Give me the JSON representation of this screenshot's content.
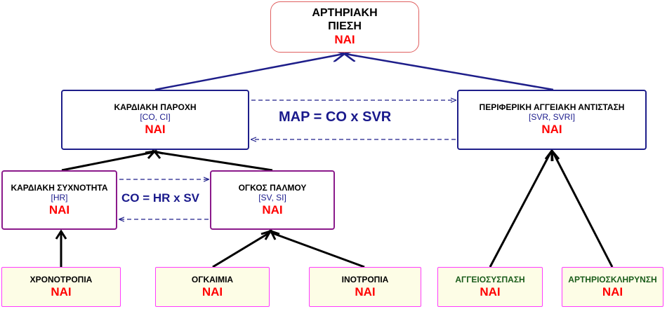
{
  "colors": {
    "navy": "#1e1e8a",
    "red": "#ff0000",
    "purple_border": "#8b1a8b",
    "pink_border": "#ff3bff",
    "leaf_fill": "#fdfde6",
    "green_text": "#1a5c1a"
  },
  "nodes": {
    "blood_pressure": {
      "title_line1": "ΑΡΤΗΡΙΑΚΗ",
      "title_line2": "ΠΙΕΣΗ",
      "value": "ΝΑΙ"
    },
    "cardiac_output": {
      "title": "ΚΑΡΔΙΑΚΗ ΠΑΡΟΧΗ",
      "subtitle": "[CO, CI]",
      "value": "ΝΑΙ"
    },
    "peripheral_resistance": {
      "title": "ΠΕΡΙΦΕΡΙΚΗ ΑΓΓΕΙΑΚΗ ΑΝΤΙΣΤΑΣΗ",
      "subtitle": "[SVR, SVRI]",
      "value": "ΝΑΙ"
    },
    "heart_rate": {
      "title": "ΚΑΡΔΙΑΚΗ ΣΥΧΝΟΤΗΤΑ",
      "subtitle": "[HR]",
      "value": "ΝΑΙ"
    },
    "stroke_volume": {
      "title": "ΟΓΚΟΣ ΠΑΛΜΟΥ",
      "subtitle": "[SV, SI]",
      "value": "ΝΑΙ"
    },
    "chronotropy": {
      "title": "ΧΡΟΝΟΤΡΟΠΙΑ",
      "value": "ΝΑΙ"
    },
    "volemia": {
      "title": "ΟΓΚΑΙΜΙΑ",
      "value": "ΝΑΙ"
    },
    "inotropy": {
      "title": "ΙΝΟΤΡΟΠΙΑ",
      "value": "ΝΑΙ"
    },
    "vasoconstriction": {
      "title": "ΑΓΓΕΙΟΣΥΣΠΑΣΗ",
      "value": "ΝΑΙ"
    },
    "arteriosclerosis": {
      "title": "ΑΡΤΗΡΙΟΣΚΛΗΡΥΝΣΗ",
      "value": "ΝΑΙ"
    }
  },
  "formulas": {
    "map": "MAP = CO x SVR",
    "co": "CO = HR x SV"
  }
}
